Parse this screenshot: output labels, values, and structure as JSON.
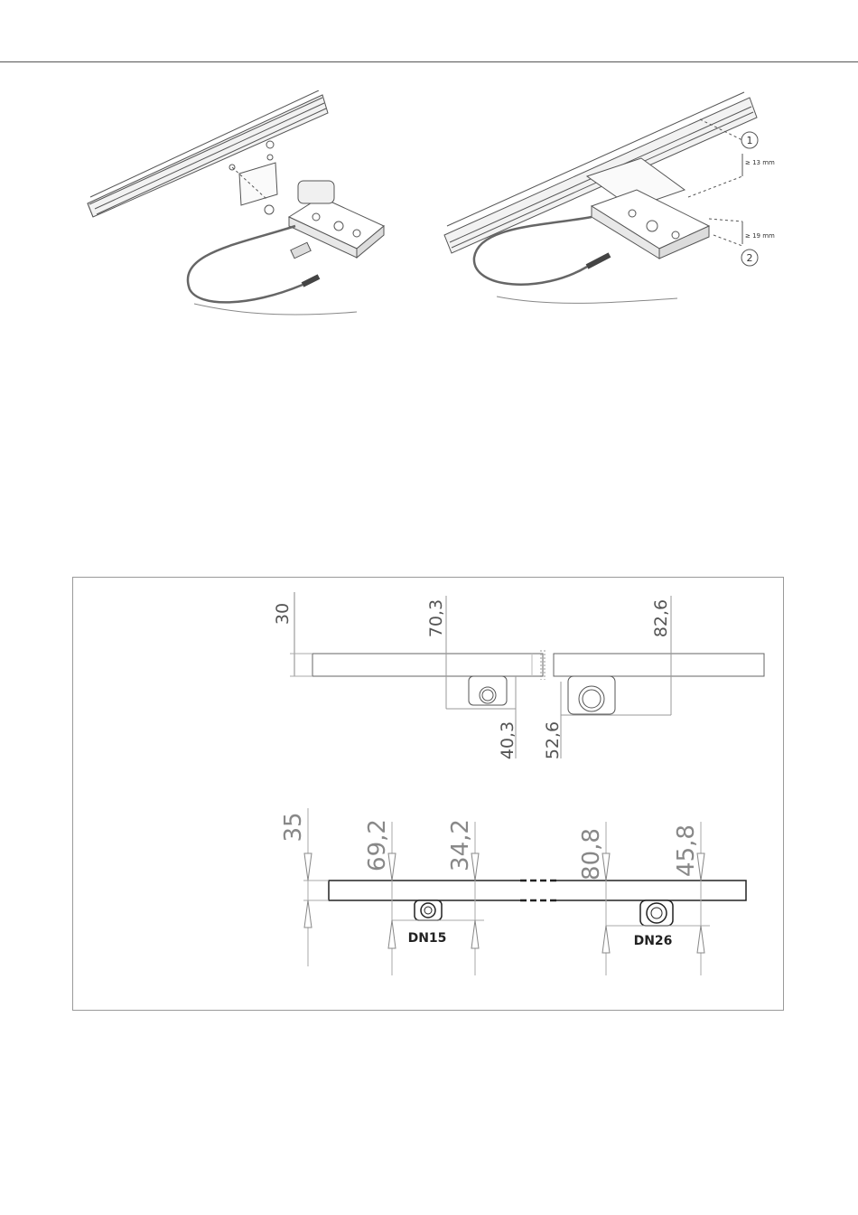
{
  "illustration_right": {
    "callout_1": "1",
    "callout_2": "2",
    "clearance_top": "≥ 13 mm",
    "clearance_bottom": "≥ 19 mm"
  },
  "diagram_upper": {
    "rail_height": "30",
    "left_total": "70,3",
    "right_total": "82,6",
    "left_clip": "40,3",
    "right_clip": "52,6"
  },
  "diagram_lower": {
    "rail_height": "35",
    "left_total": "69,2",
    "left_clip": "34,2",
    "right_total": "80,8",
    "right_clip": "45,8",
    "left_pipe_label": "DN15",
    "right_pipe_label": "DN26"
  }
}
